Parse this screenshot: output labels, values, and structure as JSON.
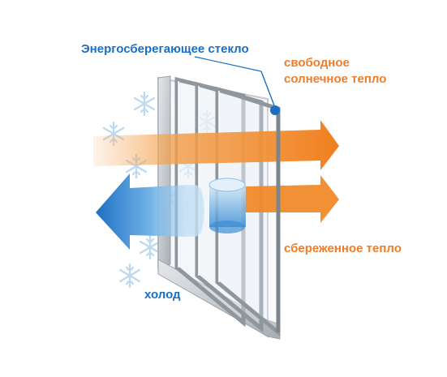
{
  "labels": {
    "glass": "Энергосберегающее стекло",
    "solar_heat": "свободное солнечное тепло",
    "saved_heat": "сбереженное тепло",
    "cold": "холод"
  },
  "colors": {
    "blue_text": "#1a6fc4",
    "orange_text": "#ef7d2a",
    "orange_arrow": "#f08a2a",
    "blue_arrow": "#2f7fd0",
    "frame": "#b9bdc2",
    "glass_edge": "#8c9399"
  },
  "icons": [
    "snowflake-icon",
    "heat-arrow-icon",
    "cold-arrow-icon"
  ]
}
